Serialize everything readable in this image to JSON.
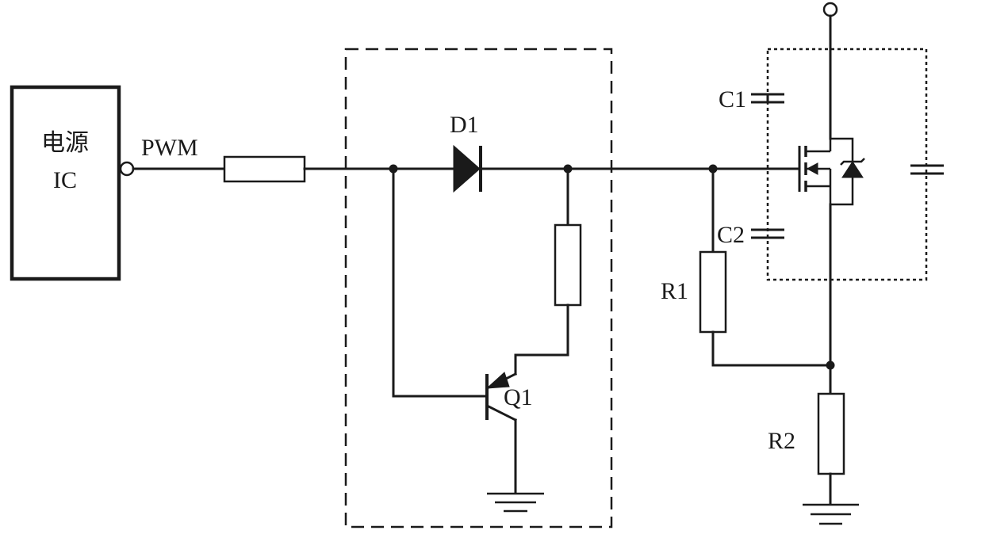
{
  "labels": {
    "ic_line1": "电源",
    "ic_line2": "IC",
    "pwm": "PWM",
    "d1": "D1",
    "q1": "Q1",
    "c1": "C1",
    "c2": "C2",
    "r1": "R1",
    "r2": "R2"
  }
}
